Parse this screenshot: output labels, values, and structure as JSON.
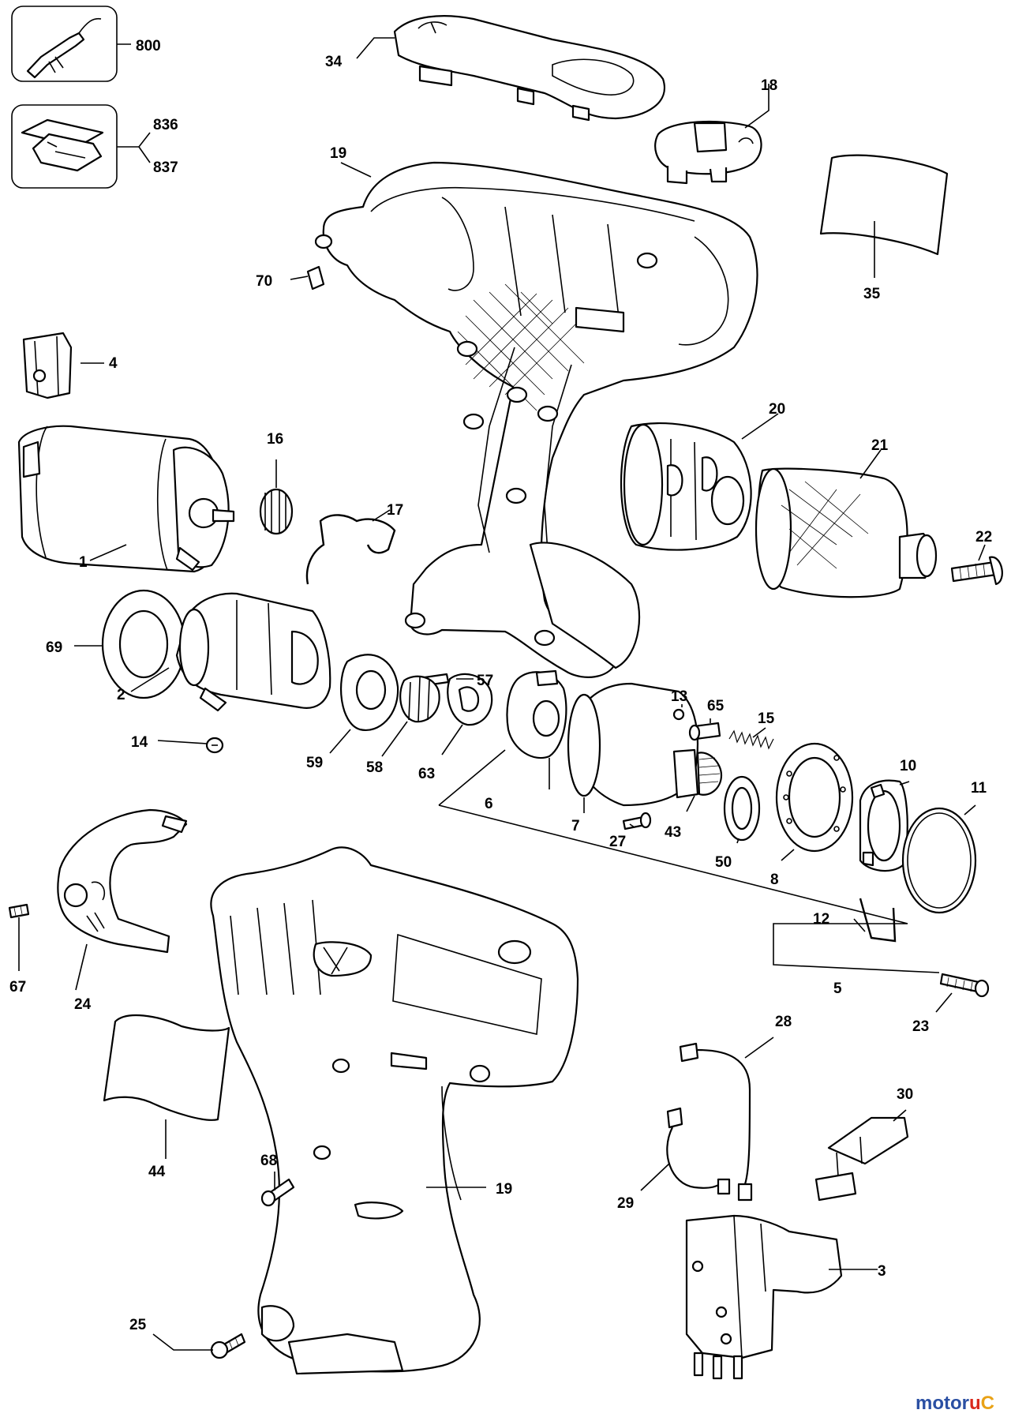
{
  "labels": {
    "l800": "800",
    "l836": "836",
    "l837": "837",
    "l34": "34",
    "l18": "18",
    "l19a": "19",
    "l70": "70",
    "l35": "35",
    "l4": "4",
    "l16": "16",
    "l17": "17",
    "l1": "1",
    "l20": "20",
    "l21": "21",
    "l22": "22",
    "l69": "69",
    "l2": "2",
    "l57": "57",
    "l14": "14",
    "l59": "59",
    "l58": "58",
    "l63": "63",
    "l13": "13",
    "l65": "65",
    "l15": "15",
    "l10": "10",
    "l11": "11",
    "l6": "6",
    "l7": "7",
    "l27": "27",
    "l43": "43",
    "l50": "50",
    "l8": "8",
    "l12": "12",
    "l5": "5",
    "l67": "67",
    "l24": "24",
    "l23": "23",
    "l28": "28",
    "l30": "30",
    "l44": "44",
    "l68": "68",
    "l19b": "19",
    "l29": "29",
    "l3": "3",
    "l25": "25"
  },
  "watermark": {
    "part1": "motor",
    "part2": "u",
    "part3": "C"
  }
}
